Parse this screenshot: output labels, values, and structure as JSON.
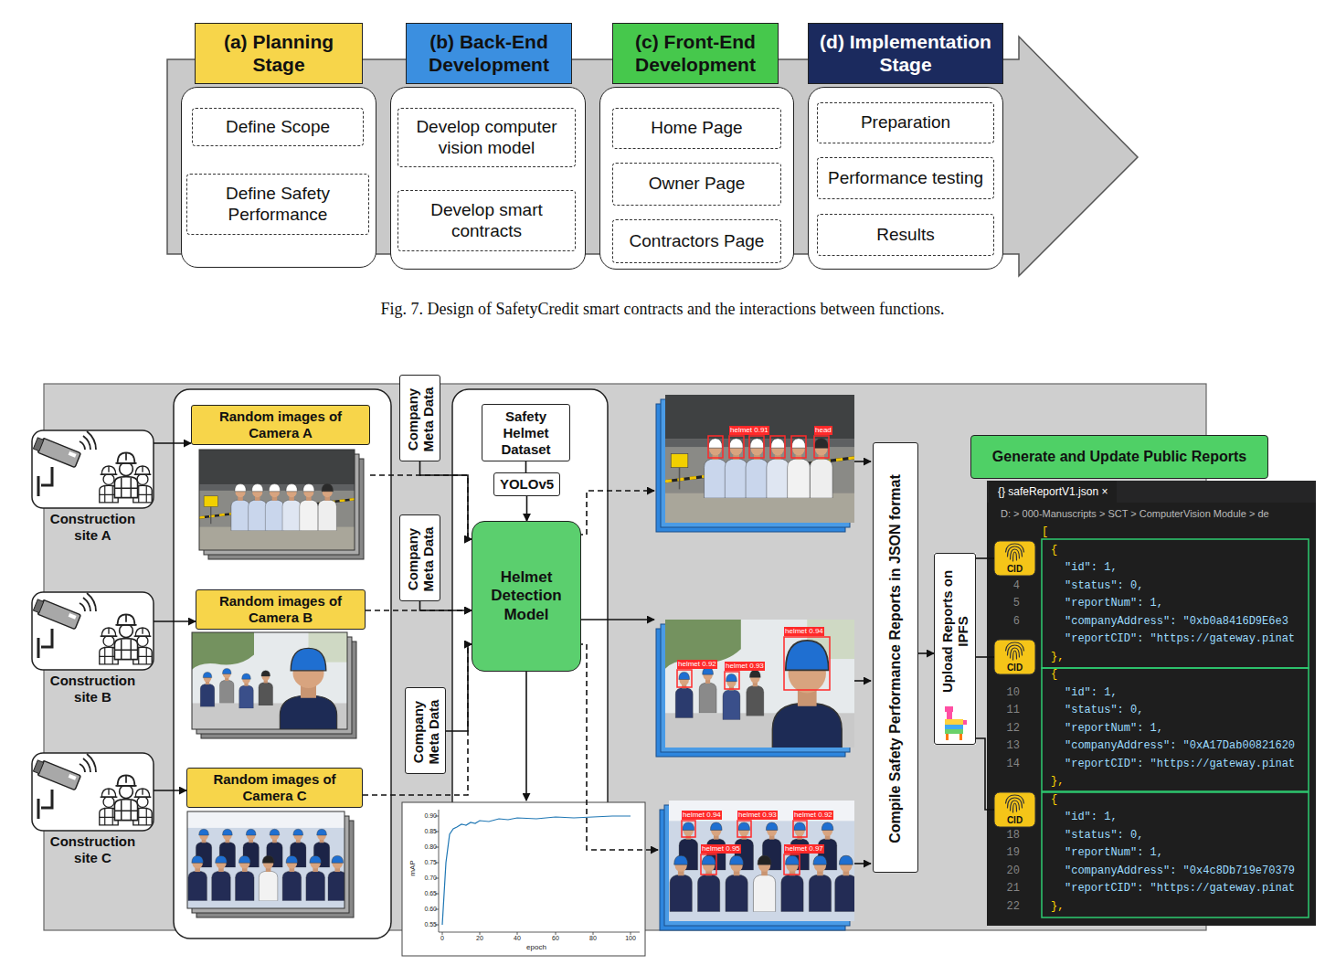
{
  "diagram": {
    "caption": "Fig. 7. Design of SafetyCredit smart contracts and the interactions between functions.",
    "nodes": [
      {
        "text": [
          "(a) Planning Stage"
        ]
      },
      {
        "text": [
          "Define Scope"
        ],
        "in": 0
      },
      {
        "text": [
          "Define Safety Performance"
        ],
        "in": 0
      },
      {
        "text": [
          "(b) Back-End Development"
        ]
      },
      {
        "text": [
          "Develop computer vision model"
        ],
        "in": 3
      },
      {
        "text": [
          "Develop smart contracts"
        ],
        "in": 3
      },
      {
        "text": [
          "(c) Front-End Development"
        ]
      },
      {
        "text": [
          "Home Page"
        ],
        "in": 6
      },
      {
        "text": [
          "Owner Page"
        ],
        "in": 6
      },
      {
        "text": [
          "Contractors Page"
        ],
        "in": 6
      },
      {
        "text": [
          "(d) Implementation Stage"
        ]
      },
      {
        "text": [
          "Preparation"
        ],
        "in": 10
      },
      {
        "text": [
          "Performance testing"
        ],
        "in": 10
      },
      {
        "text": [
          "Results"
        ],
        "in": 10
      },
      {
        "text": [
          "Construction site A"
        ]
      },
      {
        "text": [
          "Construction site B"
        ]
      },
      {
        "text": [
          "Construction site C"
        ]
      },
      {
        "text": [
          "Random images of Camera A"
        ]
      },
      {
        "text": [
          "Random images of Camera B"
        ]
      },
      {
        "text": [
          "Random images of Camera C"
        ]
      },
      {
        "text": [
          "Company Meta Data"
        ]
      },
      {
        "text": [
          "Company Meta Data"
        ]
      },
      {
        "text": [
          "Company Meta Data"
        ]
      },
      {
        "text": [
          "Safety Helmet Dataset"
        ]
      },
      {
        "text": [
          "YOLOv5"
        ]
      },
      {
        "text": [
          "Helmet Detection Model"
        ]
      },
      {
        "text": [
          "Compile Safety Performance Reports in JSON format"
        ]
      },
      {
        "text": [
          "Upload Reports on IPFS"
        ]
      },
      {
        "text": [
          "Generate and Update Public Reports"
        ]
      },
      {
        "text": [
          "CID"
        ]
      },
      {
        "text": [
          "CID"
        ]
      },
      {
        "text": [
          "CID"
        ]
      }
    ],
    "edges": [
      {
        "from": 14,
        "to": 17,
        "arrow": "to"
      },
      {
        "from": 15,
        "to": 18,
        "arrow": "to"
      },
      {
        "from": 16,
        "to": 19,
        "arrow": "to"
      },
      {
        "from": 17,
        "to": 25,
        "arrow": "to"
      },
      {
        "from": 20,
        "to": 25,
        "arrow": "to"
      },
      {
        "from": 18,
        "to": 25,
        "arrow": "to"
      },
      {
        "from": 21,
        "to": 25,
        "arrow": "to"
      },
      {
        "from": 19,
        "to": 25,
        "arrow": "to"
      },
      {
        "from": 22,
        "to": 25,
        "arrow": "to"
      },
      {
        "from": 23,
        "to": 24,
        "arrow": "none"
      },
      {
        "from": 24,
        "to": 25,
        "arrow": "to"
      },
      {
        "from": 26,
        "to": 27,
        "arrow": "to"
      },
      {
        "from": 27,
        "to": 29,
        "arrow": "none"
      },
      {
        "from": 27,
        "to": 30,
        "arrow": "none"
      },
      {
        "from": 27,
        "to": 31,
        "arrow": "none"
      }
    ],
    "labels": [
      "0.90",
      "0.85",
      "0.80",
      "0.75",
      "0.70",
      "0.65",
      "0.60",
      "0.55",
      "0",
      "20",
      "40",
      "60",
      "80",
      "100",
      "epoch",
      "mAP",
      "helmet 0.91",
      "head",
      "helmet 0.94",
      "helmet 0.92",
      "helmet 0.93",
      "helmet 0.94",
      "helmet 0.93",
      "helmet 0.92",
      "helmet 0.95",
      "helmet 0.97",
      "{} safeReportV1.json ×",
      "D: > 000-Manuscripts > SCT > ComputerVision Module > de",
      "[",
      "{",
      "\"id\": 1,",
      "4",
      "\"status\": 0,",
      "5",
      "\"reportNum\": 1,",
      "6",
      "\"companyAddress\": \"0xb0a8416D9E6e3",
      "\"reportCID\": \"https://gateway.pinat",
      "},",
      "{",
      "10",
      "\"id\": 1,",
      "11",
      "\"status\": 0,",
      "12",
      "\"reportNum\": 1,",
      "13",
      "\"companyAddress\": \"0xA17Dab00821620",
      "14",
      "\"reportCID\": \"https://gateway.pinat",
      "},",
      "{",
      "\"id\": 1,",
      "18",
      "\"status\": 0,",
      "19",
      "\"reportNum\": 1,",
      "20",
      "\"companyAddress\": \"0x4c8Db719e70379",
      "21",
      "\"reportCID\": \"https://gateway.pinat",
      "22",
      "},"
    ]
  }
}
